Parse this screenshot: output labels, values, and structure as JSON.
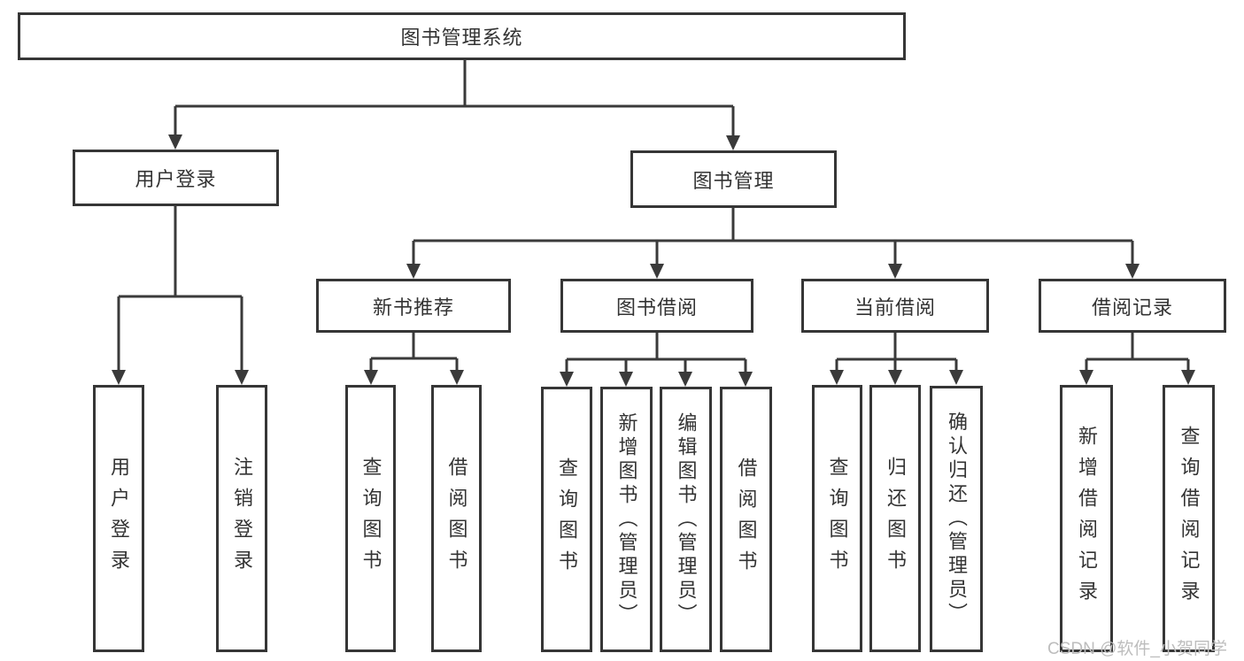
{
  "diagram": {
    "type": "hierarchy-tree",
    "colors": {
      "line": "#3a3a3a",
      "box_border": "#363636",
      "text": "#333333",
      "background": "#ffffff",
      "watermark": "#bdbdbd"
    }
  },
  "tree": {
    "root": "图书管理系统",
    "branches": [
      {
        "label": "用户登录",
        "children": [
          "用户登录",
          "注销登录"
        ]
      },
      {
        "label": "图书管理",
        "children": [
          {
            "label": "新书推荐",
            "children": [
              "查询图书",
              "借阅图书"
            ]
          },
          {
            "label": "图书借阅",
            "children": [
              "查询图书",
              "新增图书（管理员）",
              "编辑图书（管理员）",
              "借阅图书"
            ]
          },
          {
            "label": "当前借阅",
            "children": [
              "查询图书",
              "归还图书",
              "确认归还（管理员）"
            ]
          },
          {
            "label": "借阅记录",
            "children": [
              "新增借阅记录",
              "查询借阅记录"
            ]
          }
        ]
      }
    ]
  },
  "watermark": {
    "text": "CSDN @软件_小贺同学"
  }
}
